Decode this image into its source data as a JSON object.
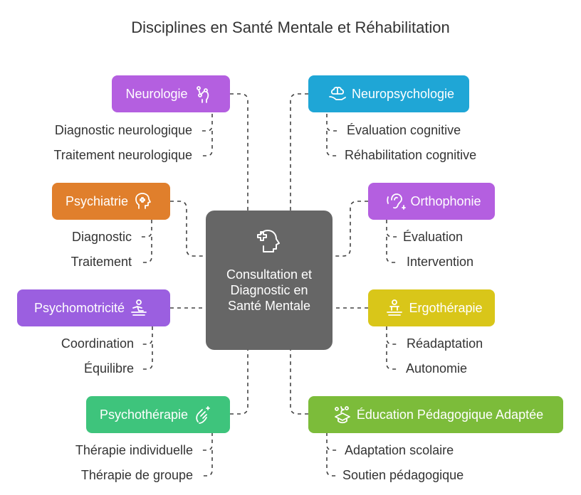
{
  "title": "Disciplines en Santé Mentale et Réhabilitation",
  "center": {
    "label": "Consultation et Diagnostic en Santé Mentale",
    "icon": "head-medical-cross-icon",
    "color": "#666666"
  },
  "left": [
    {
      "label": "Neurologie",
      "color": "#b45fe0",
      "icon": "brain-nodes-icon",
      "items": [
        "Diagnostic neurologique",
        "Traitement neurologique"
      ]
    },
    {
      "label": "Psychiatrie",
      "color": "#e07f2c",
      "icon": "head-medical-cross-icon",
      "items": [
        "Diagnostic",
        "Traitement"
      ]
    },
    {
      "label": "Psychomotricité",
      "color": "#9b5fe0",
      "icon": "person-exercise-icon",
      "items": [
        "Coordination",
        "Équilibre"
      ]
    },
    {
      "label": "Psychothérapie",
      "color": "#3ec47c",
      "icon": "hand-sparkle-icon",
      "items": [
        "Thérapie individuelle",
        "Thérapie de groupe"
      ]
    }
  ],
  "right": [
    {
      "label": "Neuropsychologie",
      "color": "#1fa6d6",
      "icon": "brain-hand-icon",
      "items": [
        "Évaluation cognitive",
        "Réhabilitation cognitive"
      ]
    },
    {
      "label": "Orthophonie",
      "color": "#b45fe0",
      "icon": "ear-sound-icon",
      "items": [
        "Évaluation",
        "Intervention"
      ]
    },
    {
      "label": "Ergothérapie",
      "color": "#d9c619",
      "icon": "person-therapy-icon",
      "items": [
        "Réadaptation",
        "Autonomie"
      ]
    },
    {
      "label": "Éducation Pédagogique Adaptée",
      "color": "#7cbc3a",
      "icon": "graduation-cap-icon",
      "items": [
        "Adaptation scolaire",
        "Soutien pédagogique"
      ]
    }
  ]
}
